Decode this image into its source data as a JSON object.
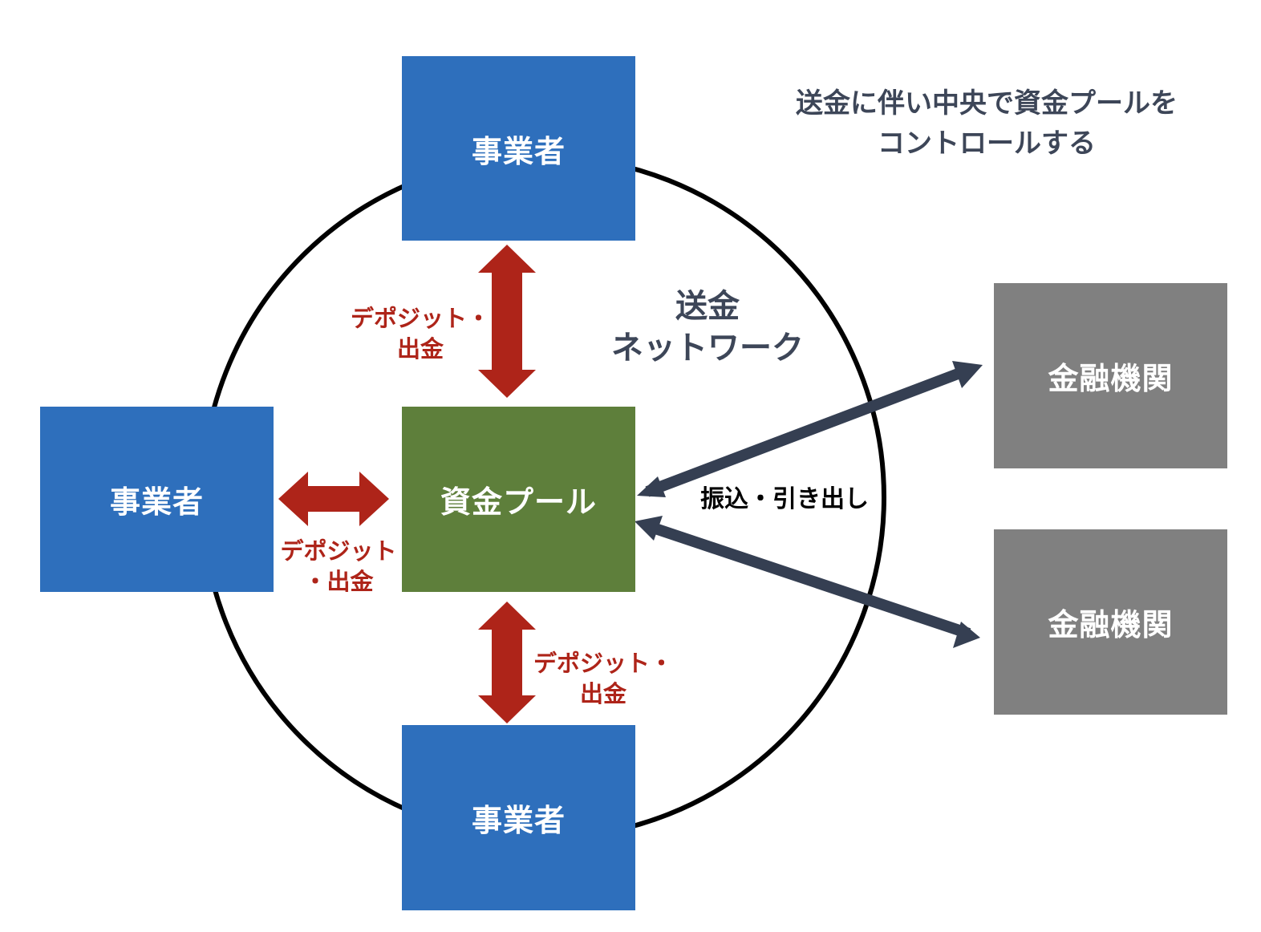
{
  "title": {
    "line1": "送金に伴い中央で資金プールを",
    "line2": "コントロールする"
  },
  "network": {
    "line1": "送金",
    "line2": "ネットワーク"
  },
  "nodes": {
    "operator_top": "事業者",
    "operator_left": "事業者",
    "operator_bottom": "事業者",
    "fund_pool": "資金プール",
    "bank_top": "金融機関",
    "bank_bottom": "金融機関"
  },
  "edges": {
    "top": {
      "line1": "デポジット・",
      "line2": "出金"
    },
    "left": {
      "line1": "デポジット",
      "line2": "・出金"
    },
    "bottom": {
      "line1": "デポジット・",
      "line2": "出金"
    },
    "bank": "振込・引き出し"
  },
  "colors": {
    "operator": "#2e6fbc",
    "fund_pool": "#5e7f3b",
    "bank": "#808080",
    "deposit_arrow": "#ae2419",
    "bank_arrow": "#353f52",
    "text_navy": "#3d4658",
    "ring": "#000000"
  }
}
